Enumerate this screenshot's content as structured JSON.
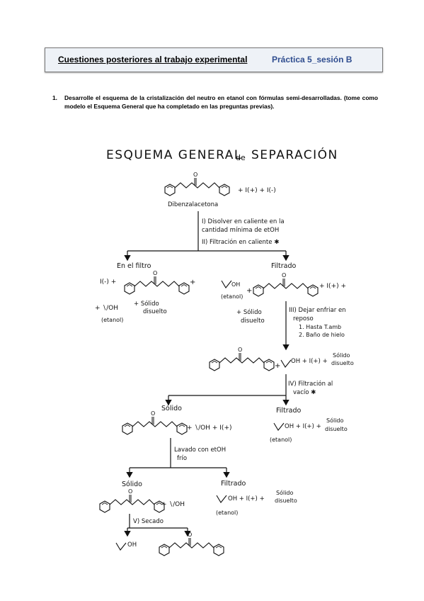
{
  "header": {
    "left_title": "Cuestiones posteriores al trabajo experimental",
    "right_title": "Práctica 5_sesión B"
  },
  "question": {
    "number": "1.",
    "text": "Desarrolle el esquema de la cristalización del neutro en etanol con fórmulas semi-desarrolladas. (tome como modelo el Esquema General que ha completado en las preguntas previas)."
  },
  "scheme": {
    "title_a": "ESQUEMA GENERAL",
    "title_b": "de",
    "title_c": "SEPARACIÓN",
    "start_label": "Dibenzalacetona",
    "start_impurities": "+ I(+) + I(-)",
    "step_1": "I) Disolver en caliente en la",
    "step_1b": "cantidad mínima de etOH",
    "step_2": "II) Filtración en caliente ✱",
    "filter_left_title": "En el filtro",
    "filter_left_prefix": "I(-) +",
    "filter_left_plus": "+",
    "filter_left_etoh": "+ ∖∕OH",
    "filter_left_etanol": "(etanol)",
    "filter_left_solid": "+ Sólido",
    "filter_left_solid2": "disuelto",
    "filtrado_1_title": "Filtrado",
    "filtrado_1_oh": "OH",
    "filtrado_1_etanol": "(etanol)",
    "filtrado_1_plus": "+",
    "filtrado_1_solid": "+ Sólido",
    "filtrado_1_solid2": "disuelto",
    "filtrado_1_imp": "+ I(+) +",
    "step_3": "III) Dejar enfriar en",
    "step_3b": "reposo",
    "step_3c": "1. Hasta T.amb",
    "step_3d": "2. Baño de hielo",
    "mid_plus": "+",
    "mid_rest": "OH + I(+) +",
    "mid_solid": "Sólido",
    "mid_solid2": "disuelto",
    "step_4": "IV) Filtración al",
    "step_4b": "vacío ✱",
    "solido_1_title": "Sólido",
    "solido_1_rest": "+ ∖∕OH + I(+)",
    "filtrado_2_title": "Filtrado",
    "filtrado_2_rest": "OH + I(+) +",
    "filtrado_2_etanol": "(etanol)",
    "filtrado_2_solid": "Sólido",
    "filtrado_2_solid2": "disuelto",
    "step_5": "Lavado con etOH",
    "step_5b": "frío",
    "solido_2_title": "Sólido",
    "solido_2_rest": "+ ∖∕OH",
    "filtrado_3_title": "Filtrado",
    "filtrado_3_rest": "OH + I(+) +",
    "filtrado_3_etanol": "(etanol)",
    "filtrado_3_solid": "Sólido",
    "filtrado_3_solid2": "disuelto",
    "step_6": "V) Secado",
    "final_oh": "OH"
  }
}
